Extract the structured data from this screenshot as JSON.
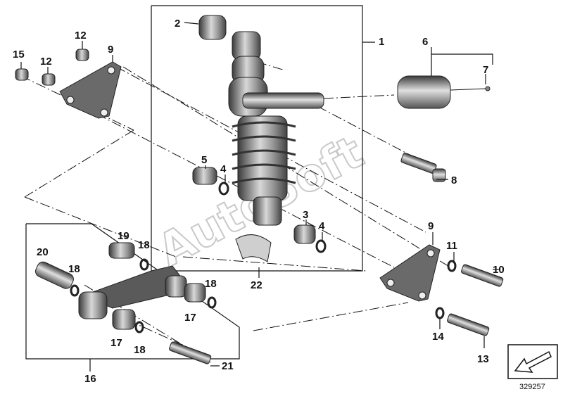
{
  "diagram": {
    "part_numbers": {
      "n1": "1",
      "n2": "2",
      "n3": "3",
      "n4a": "4",
      "n4b": "4",
      "n5": "5",
      "n6": "6",
      "n7": "7",
      "n8": "8",
      "n9a": "9",
      "n9b": "9",
      "n10": "10",
      "n11": "11",
      "n12a": "12",
      "n12b": "12",
      "n13": "13",
      "n14": "14",
      "n15": "15",
      "n16": "16",
      "n17a": "17",
      "n17b": "17",
      "n18a": "18",
      "n18b": "18",
      "n18c": "18",
      "n18d": "18",
      "n19": "19",
      "n20": "20",
      "n21": "21",
      "n22": "22"
    },
    "watermark": "AutoSoft",
    "document_id": "329257",
    "colors": {
      "ink": "#111111",
      "part_dark": "#5a5a5a",
      "part_light": "#d8d8d8",
      "watermark": "#c9c9c9"
    }
  }
}
